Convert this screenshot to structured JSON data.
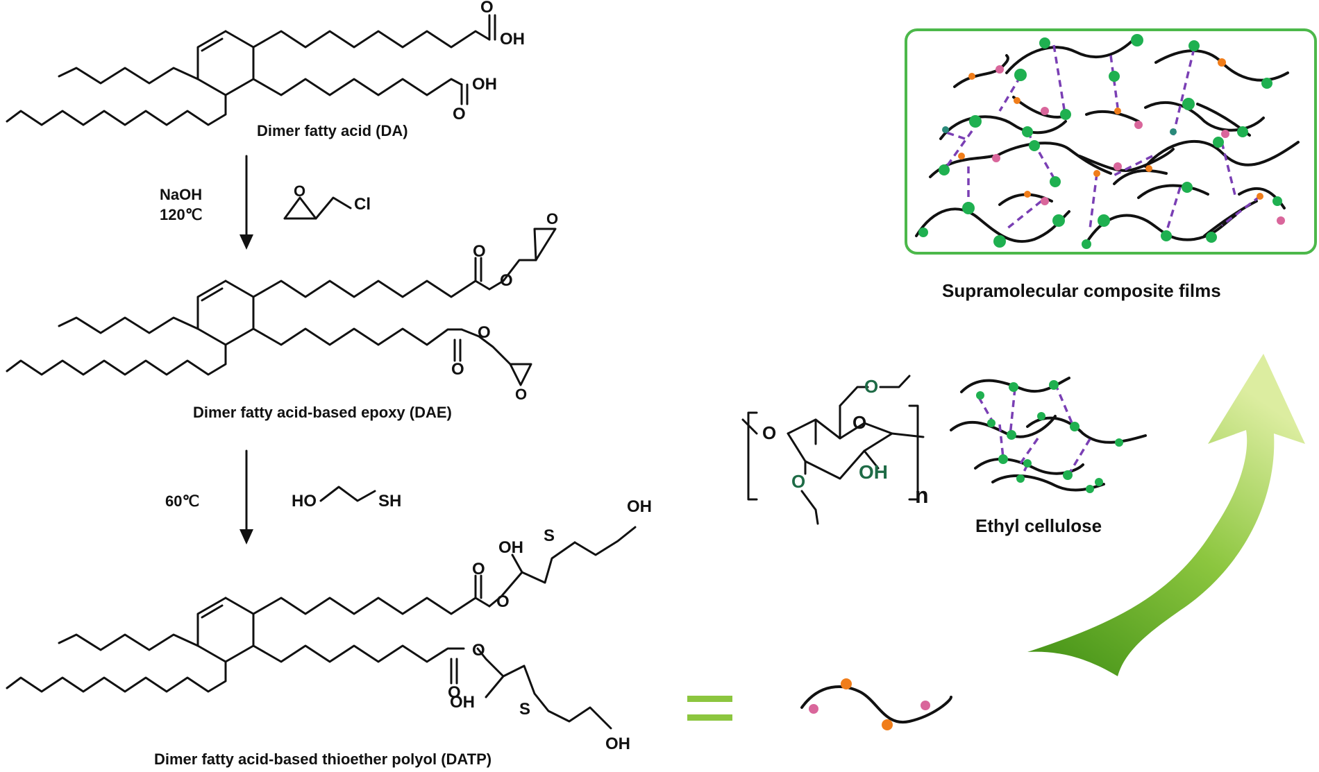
{
  "molecules": {
    "da": {
      "caption": "Dimer fatty acid (DA)",
      "oh": "OH"
    },
    "dae": {
      "caption": "Dimer fatty acid-based epoxy (DAE)"
    },
    "datp": {
      "caption": "Dimer fatty acid-based thioether polyol (DATP)",
      "oh": "OH",
      "ho": "HO",
      "s": "S"
    },
    "common": {
      "o": "O",
      "cl": "Cl",
      "sh": "SH"
    }
  },
  "step1": {
    "reagent": "NaOH",
    "temperature": "120℃"
  },
  "step2": {
    "temperature": "60℃"
  },
  "ethyl_cellulose": {
    "label": "Ethyl cellulose",
    "repeat": "n",
    "oh": "OH",
    "o": "O"
  },
  "film": {
    "label": "Supramolecular composite films"
  },
  "colors": {
    "ec_dot": "#1fb050",
    "orange_dot": "#f07d1a",
    "pink_dot": "#d9669b",
    "hbond": "#7a3fb4",
    "frame": "#4cb84a",
    "equals": "#8cc63f",
    "arrow_light": "#d9ec98",
    "arrow_dark": "#4a9a18",
    "ec_atom": "#1e6b46"
  }
}
